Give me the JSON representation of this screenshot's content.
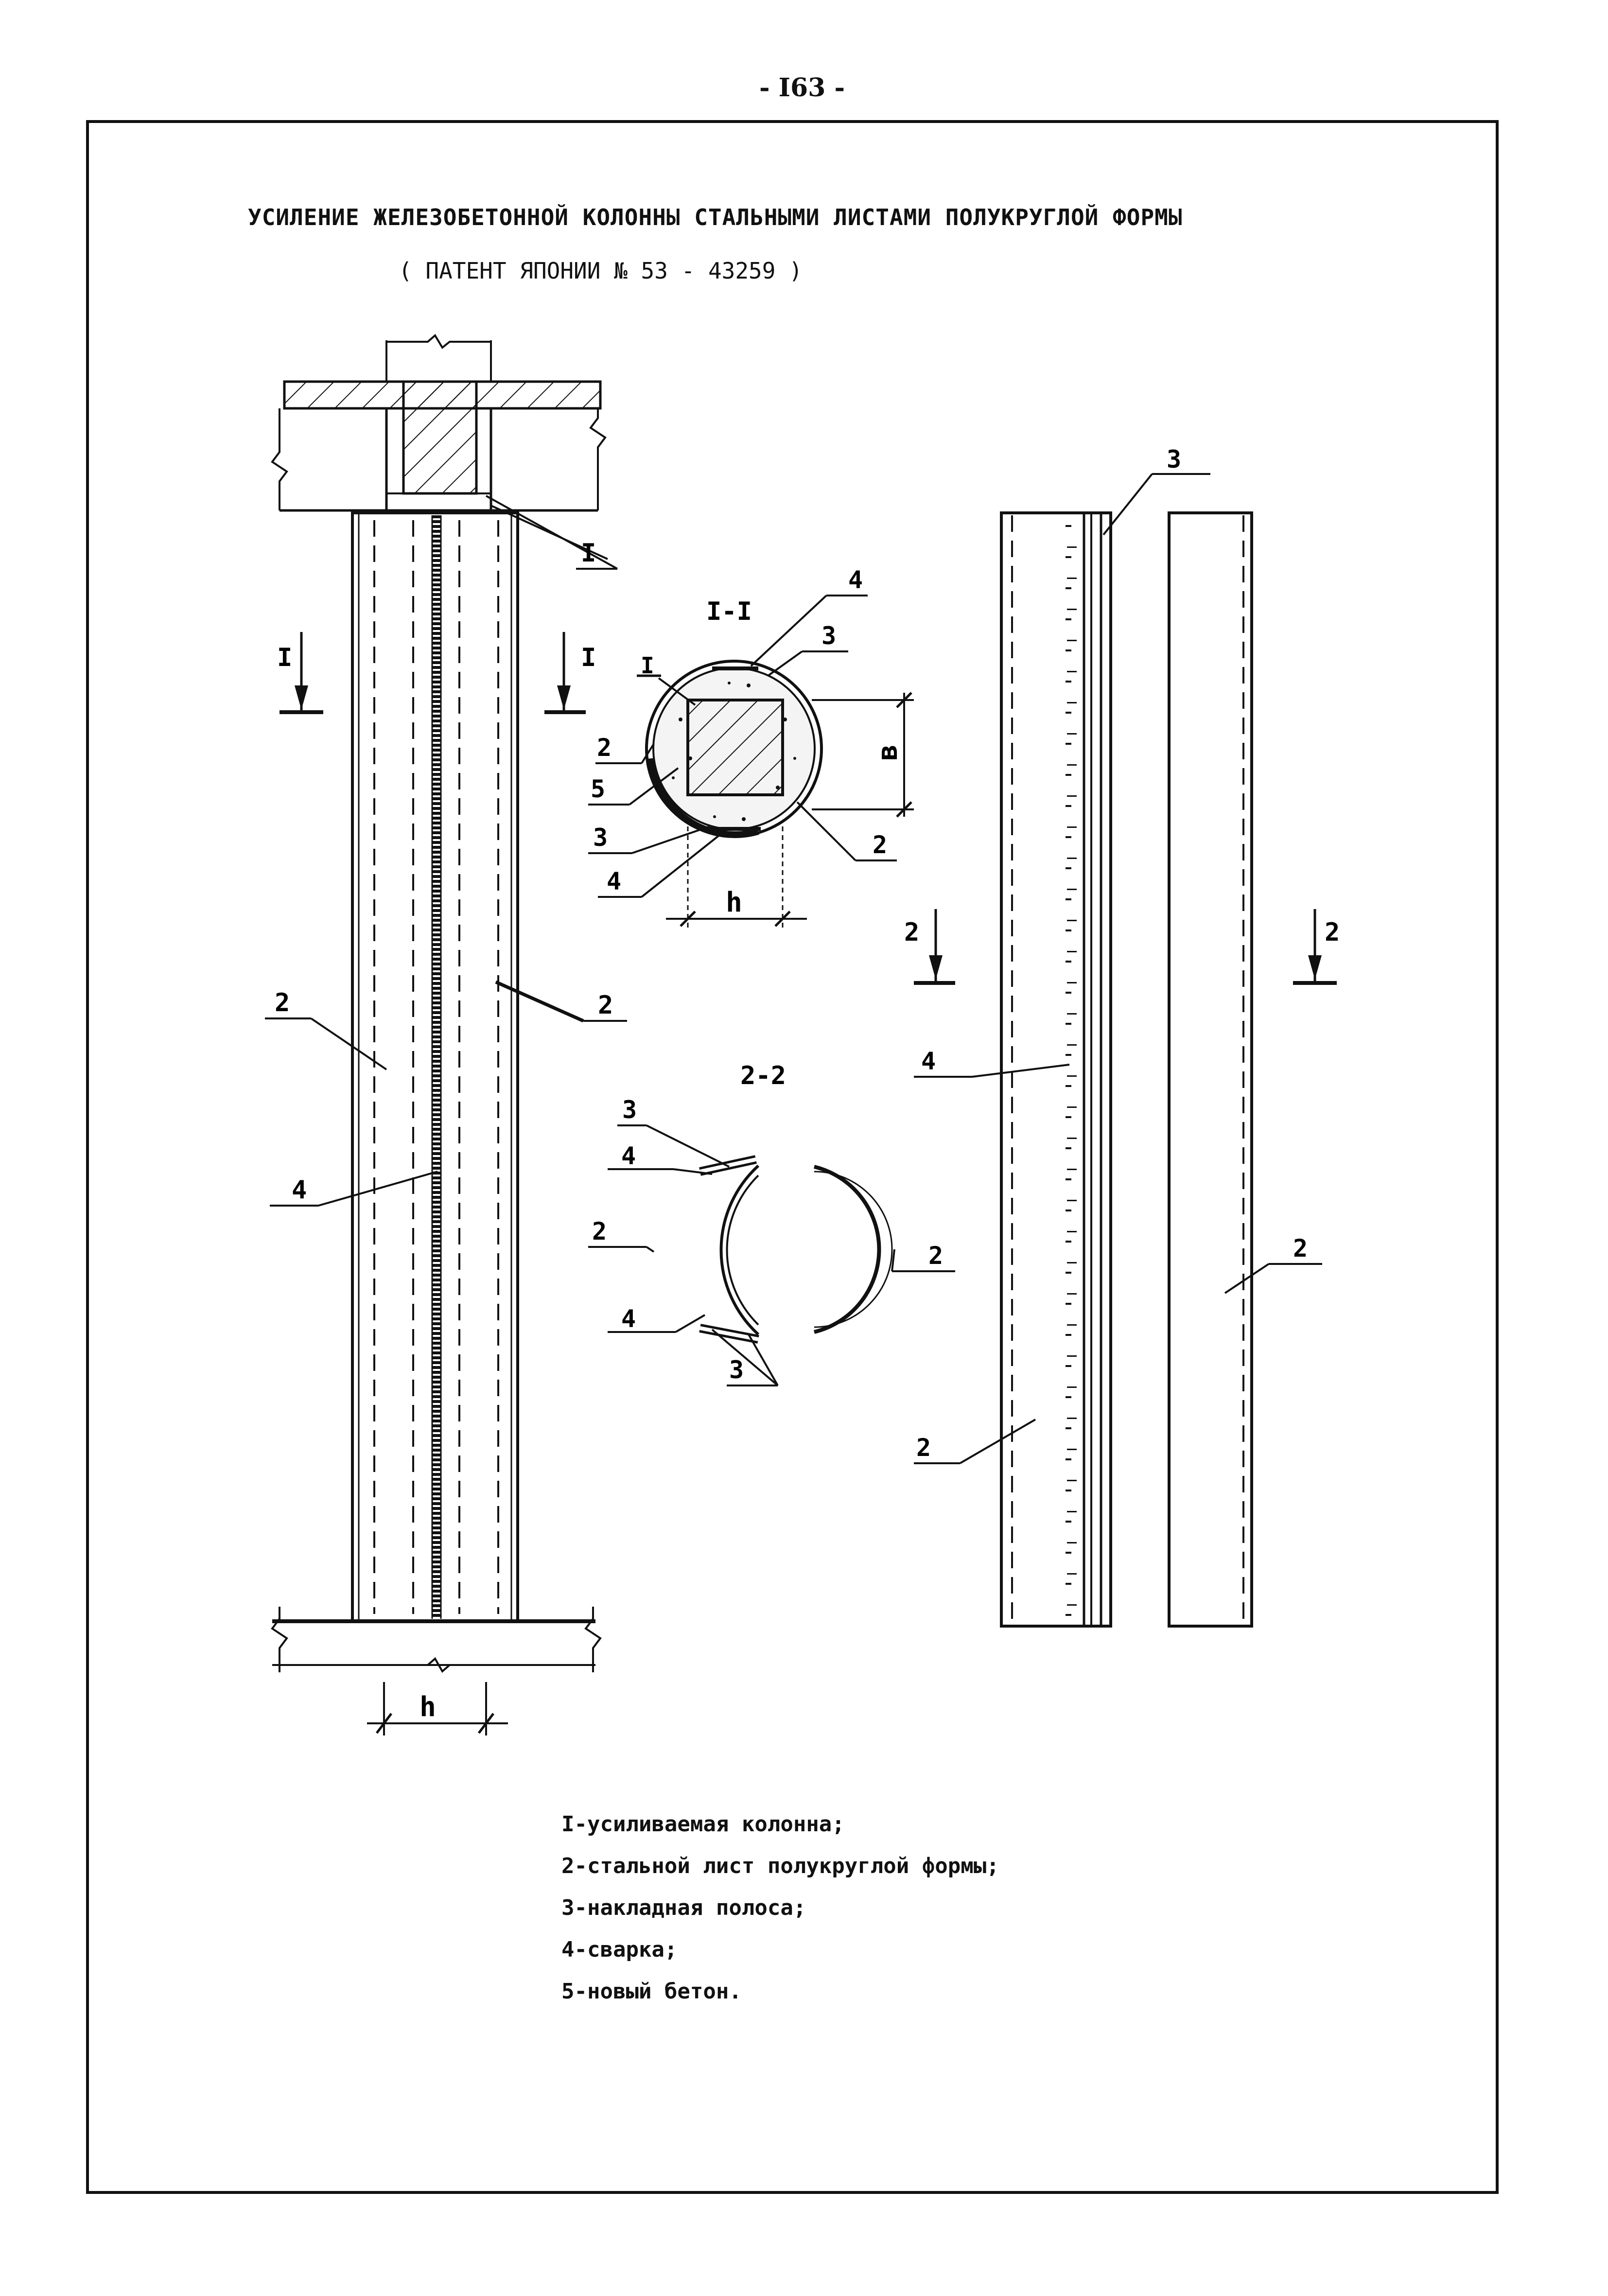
{
  "page_number": "- I63 -",
  "title": "УСИЛЕНИЕ ЖЕЛЕЗОБЕТОННОЙ КОЛОННЫ СТАЛЬНЫМИ ЛИСТАМИ ПОЛУКРУГЛОЙ ФОРМЫ",
  "subtitle": "( ПАТЕНТ ЯПОНИИ № 53 - 43259 )",
  "section_labels": {
    "section_1": "I-I",
    "section_2": "2-2",
    "cut_1": "I",
    "cut_2": "2"
  },
  "dimensions": {
    "h": "h",
    "b": "в"
  },
  "callouts": {
    "n1": "I",
    "n2": "2",
    "n3": "3",
    "n4": "4",
    "n5": "5"
  },
  "legend": [
    "I-усиливаемая колонна;",
    "2-стальной лист полукруглой формы;",
    "3-накладная полоса;",
    "4-сварка;",
    "5-новый бетон."
  ]
}
